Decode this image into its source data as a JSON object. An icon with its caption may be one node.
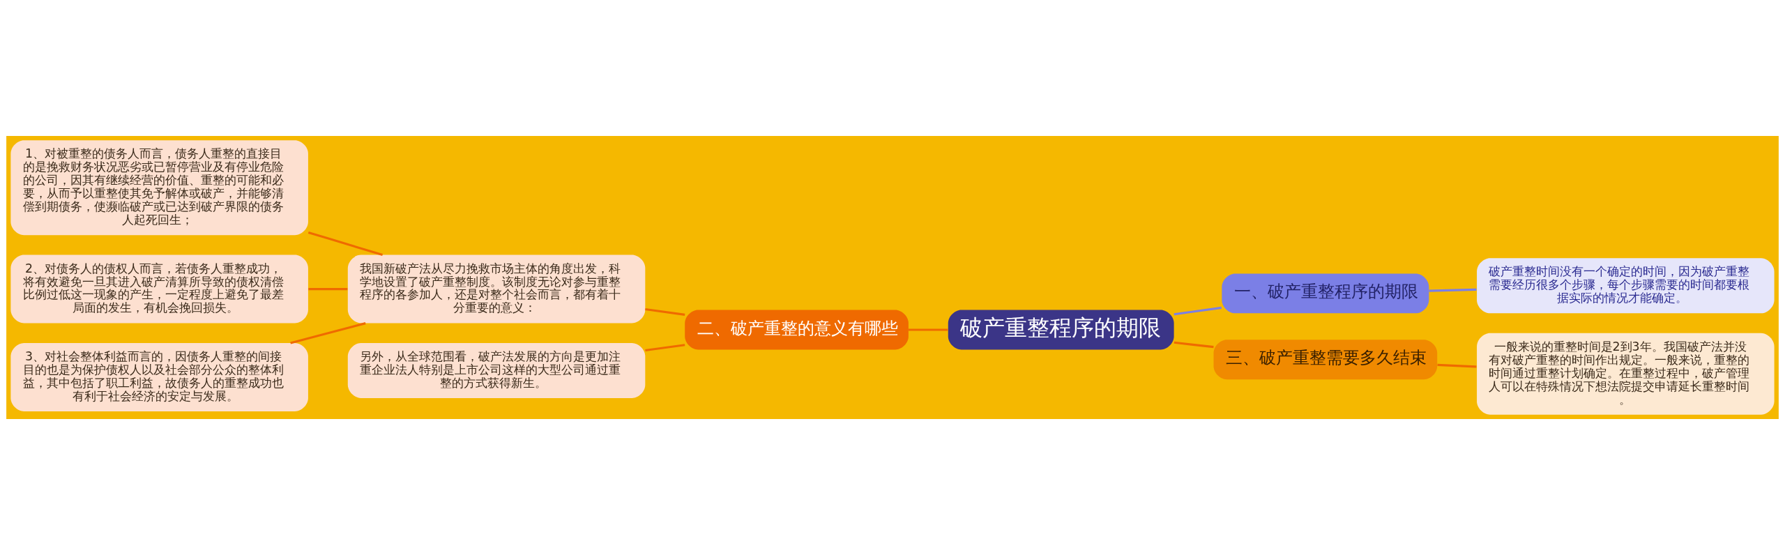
{
  "diagram": {
    "nodes": [
      {
        "text": [
          "破产重整程序的期限"
        ]
      },
      {
        "text": [
          "一、破产重整程序的期限"
        ]
      },
      {
        "text": [
          "破产重整时间没有一个确定的时间，因为破产重整需要经历很多个步骤，每个步骤需要的时间都要根据实际的情况才能确定。"
        ]
      },
      {
        "text": [
          "三、破产重整需要多久结束"
        ]
      },
      {
        "text": [
          "一般来说的重整时间是2到3年。我国破产法并没有对破产重整的时间作出规定。一般来说，重整的时间通过重整计划确定。在重整过程中，破产管理人可以在特殊情况下想法院提交申请延长重整时间。"
        ]
      },
      {
        "text": [
          "二、破产重整的意义有哪些"
        ]
      },
      {
        "text": [
          "我国新破产法从尽力挽救市场主体的角度出发，科学地设置了破产重整制度。该制度无论对参与重整程序的各参加人，还是对整个社会而言，都有着十分重要的意义："
        ]
      },
      {
        "text": [
          "1、对被重整的债务人而言，债务人重整的直接目的是挽救财务状况恶劣或已暂停营业及有停业危险的公司，因其有继续经营的价值、重整的可能和必要，从而予以重整使其免予解体或破产，并能够清偿到期债务，使濒临破产或已达到破产界限的债务人起死回生；"
        ]
      },
      {
        "text": [
          "2、对债务人的债权人而言，若债务人重整成功，将有效避免一旦其进入破产清算所导致的债权清偿比例过低这一现象的产生，一定程度上避免了最差局面的发生，有机会挽回损失。"
        ]
      },
      {
        "text": [
          "3、对社会整体利益而言的，因债务人重整的间接目的也是为保护债权人以及社会部分公众的整体利益，其中包括了职工利益，故债务人的重整成功也有利于社会经济的安定与发展。"
        ]
      },
      {
        "text": [
          "另外，从全球范围看，破产法发展的方向是更加注重企业法人特别是上市公司这样的大型公司通过重整的方式获得新生。"
        ]
      }
    ],
    "edges": [
      {
        "from": 0,
        "to": 1,
        "arrow": "none",
        "color": "#7b7fe6"
      },
      {
        "from": 1,
        "to": 2,
        "arrow": "none",
        "color": "#7b7fe6"
      },
      {
        "from": 0,
        "to": 3,
        "arrow": "none"
      },
      {
        "from": 3,
        "to": 4,
        "arrow": "none"
      },
      {
        "from": 0,
        "to": 5,
        "arrow": "none"
      },
      {
        "from": 5,
        "to": 6,
        "arrow": "none"
      },
      {
        "from": 6,
        "to": 7,
        "arrow": "none"
      },
      {
        "from": 6,
        "to": 8,
        "arrow": "none"
      },
      {
        "from": 6,
        "to": 9,
        "arrow": "none"
      },
      {
        "from": 5,
        "to": 10,
        "arrow": "none"
      }
    ]
  }
}
